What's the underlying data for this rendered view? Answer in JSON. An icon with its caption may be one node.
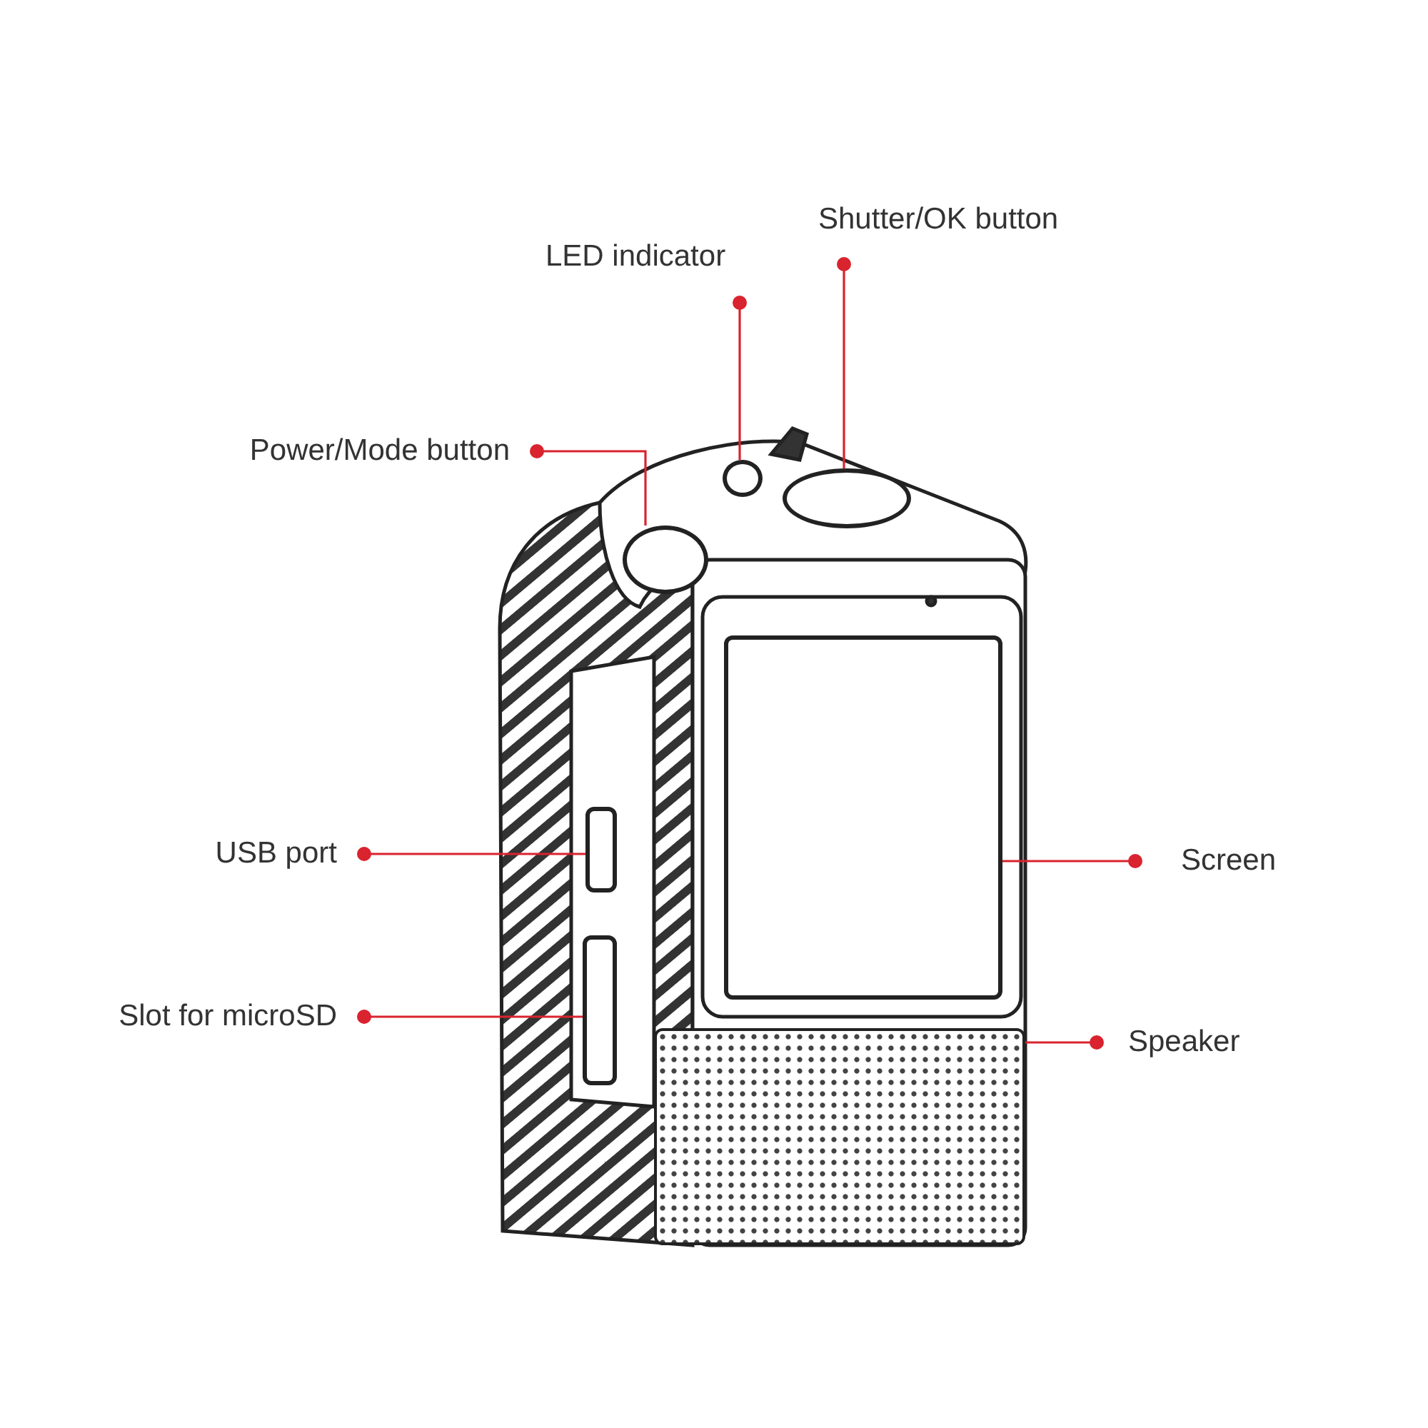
{
  "diagram": {
    "nodes": [
      {
        "text": [
          "Shutter/OK button"
        ]
      },
      {
        "text": [
          "LED indicator"
        ]
      },
      {
        "text": [
          "Power/Mode button"
        ]
      },
      {
        "text": [
          "USB port"
        ]
      },
      {
        "text": [
          "Screen"
        ]
      },
      {
        "text": [
          "Slot for microSD"
        ]
      },
      {
        "text": [
          "Speaker"
        ]
      },
      {
        "text": [],
        "shape": "circle"
      },
      {
        "text": [],
        "shape": "circle"
      },
      {
        "text": [],
        "shape": "circle"
      },
      {
        "text": [],
        "shape": "box"
      },
      {
        "text": [],
        "shape": "box"
      },
      {
        "text": [],
        "shape": "box"
      },
      {
        "text": [],
        "shape": "box"
      }
    ],
    "edges": [
      {
        "from": 0,
        "to": 9,
        "arrow": "other"
      },
      {
        "from": 1,
        "to": 8,
        "arrow": "other"
      },
      {
        "from": 2,
        "to": 7,
        "arrow": "other"
      },
      {
        "from": 3,
        "to": 10,
        "arrow": "other"
      },
      {
        "from": 4,
        "to": 12,
        "arrow": "other"
      },
      {
        "from": 5,
        "to": 11,
        "arrow": "other"
      },
      {
        "from": 6,
        "to": 13,
        "arrow": "other"
      }
    ]
  }
}
